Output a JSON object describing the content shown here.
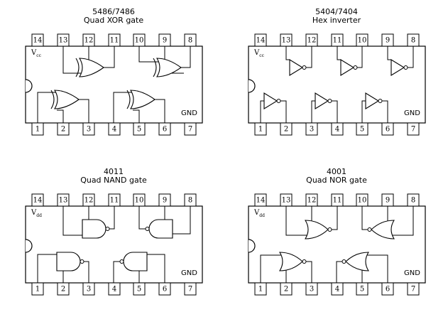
{
  "chips": [
    {
      "id": "xor",
      "part_number": "5486/7486",
      "description": "Quad XOR gate",
      "supply_label": "V",
      "supply_subscript": "cc",
      "ground_label": "GND",
      "gate_type": "xor",
      "top_pins": [
        "14",
        "13",
        "12",
        "11",
        "10",
        "9",
        "8"
      ],
      "bottom_pins": [
        "1",
        "2",
        "3",
        "4",
        "5",
        "6",
        "7"
      ]
    },
    {
      "id": "not",
      "part_number": "5404/7404",
      "description": "Hex inverter",
      "supply_label": "V",
      "supply_subscript": "cc",
      "ground_label": "GND",
      "gate_type": "not",
      "top_pins": [
        "14",
        "13",
        "12",
        "11",
        "10",
        "9",
        "8"
      ],
      "bottom_pins": [
        "1",
        "2",
        "3",
        "4",
        "5",
        "6",
        "7"
      ]
    },
    {
      "id": "nand",
      "part_number": "4011",
      "description": "Quad NAND gate",
      "supply_label": "V",
      "supply_subscript": "dd",
      "ground_label": "GND",
      "gate_type": "nand",
      "top_pins": [
        "14",
        "13",
        "12",
        "11",
        "10",
        "9",
        "8"
      ],
      "bottom_pins": [
        "1",
        "2",
        "3",
        "4",
        "5",
        "6",
        "7"
      ]
    },
    {
      "id": "nor",
      "part_number": "4001",
      "description": "Quad NOR gate",
      "supply_label": "V",
      "supply_subscript": "dd",
      "ground_label": "GND",
      "gate_type": "nor",
      "top_pins": [
        "14",
        "13",
        "12",
        "11",
        "10",
        "9",
        "8"
      ],
      "bottom_pins": [
        "1",
        "2",
        "3",
        "4",
        "5",
        "6",
        "7"
      ]
    }
  ]
}
